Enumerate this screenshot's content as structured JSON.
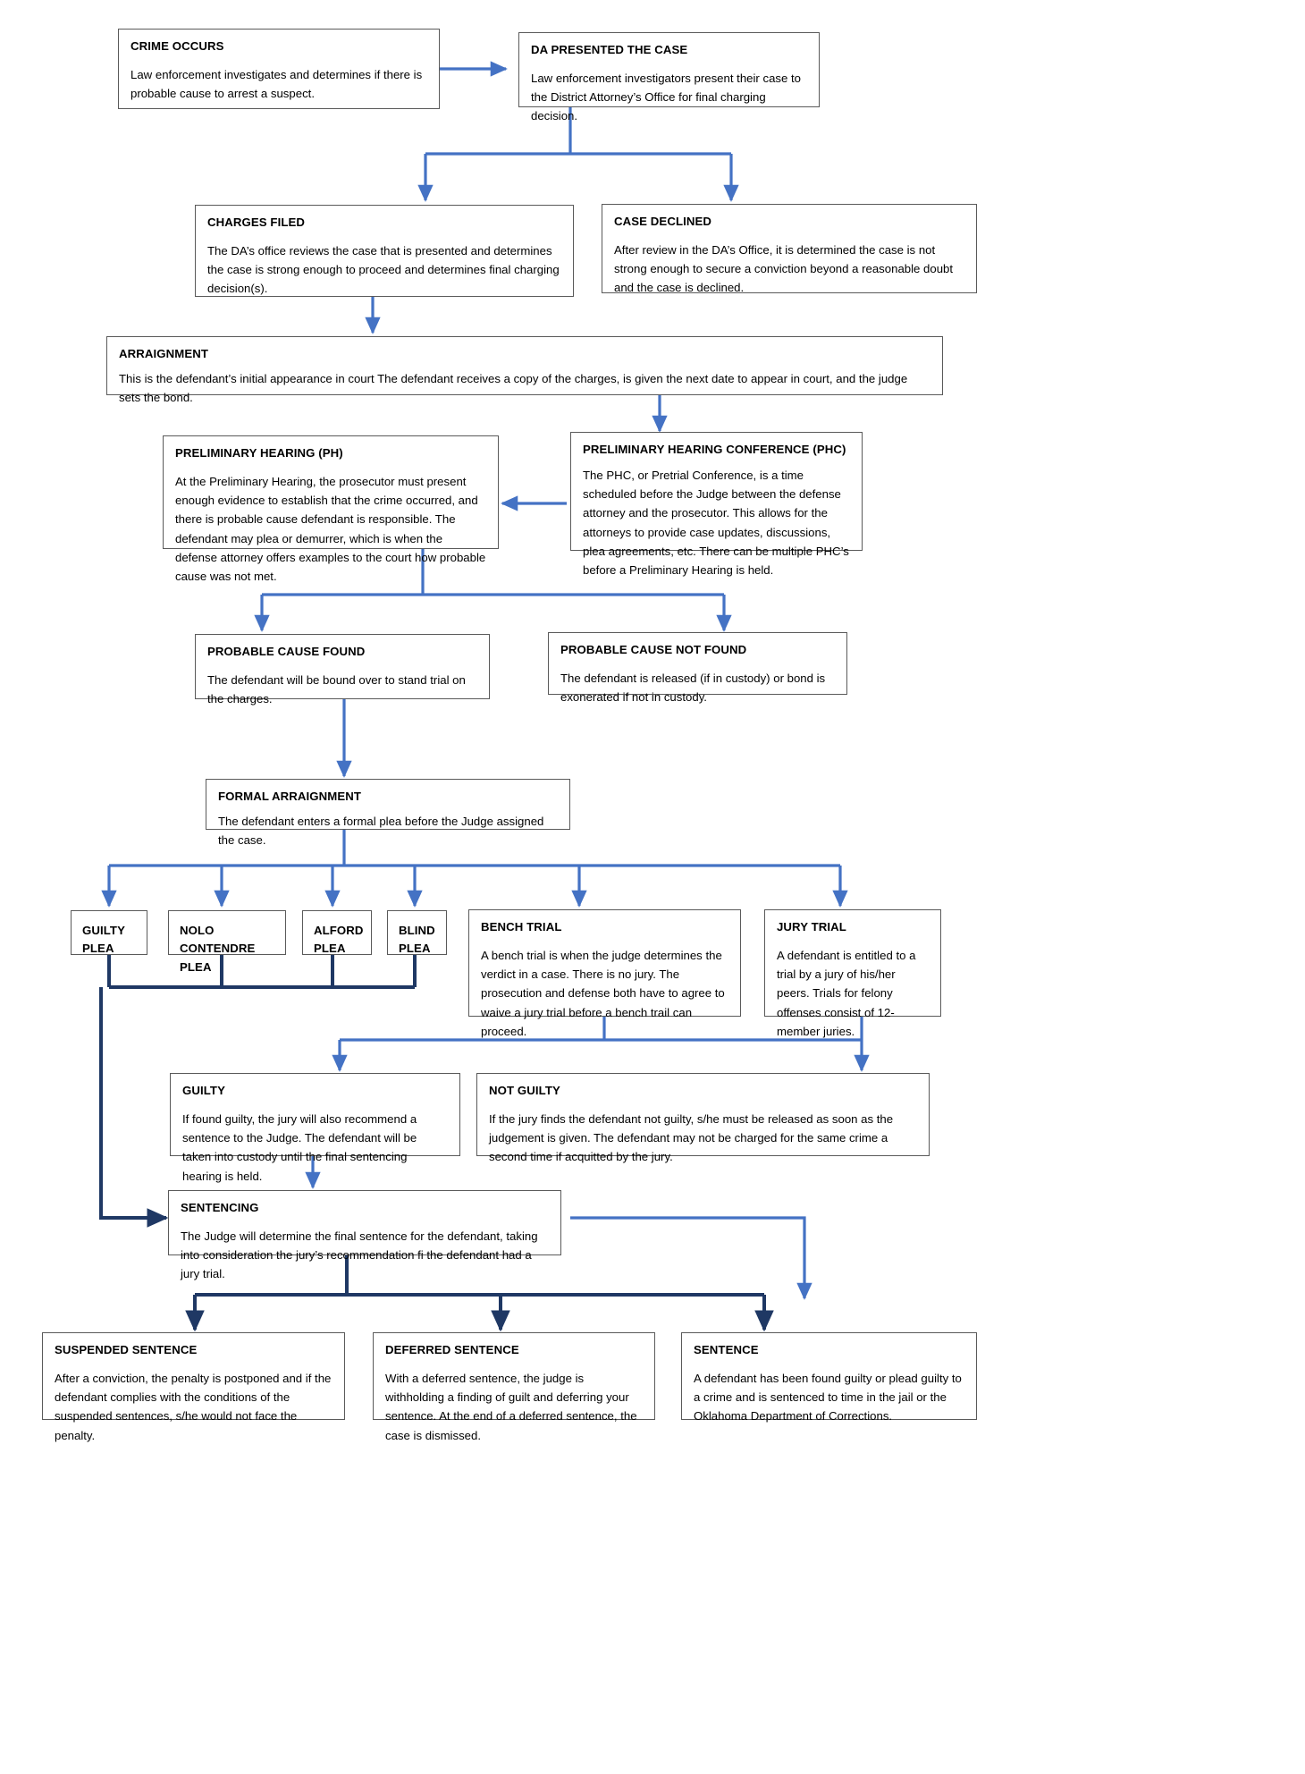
{
  "diagram": {
    "title": "Criminal Case Process Flowchart",
    "colors": {
      "connector_blue": "#4472c4",
      "connector_navy": "#1f3864",
      "box_border": "#5a5a5a",
      "background": "#ffffff",
      "text": "#000000"
    }
  },
  "nodes": {
    "crime_occurs": {
      "title": "CRIME OCCURS",
      "body": "Law enforcement investigates and determines if there is probable cause to arrest a suspect."
    },
    "da_presented": {
      "title": "DA PRESENTED THE CASE",
      "body": "Law enforcement investigators present their case to the District Attorney’s Office for final charging decision."
    },
    "charges_filed": {
      "title": "CHARGES FILED",
      "body": "The DA’s office reviews the case that is presented and determines the case is strong enough to proceed and determines final charging decision(s)."
    },
    "case_declined": {
      "title": "CASE DECLINED",
      "body": "After review in the DA’s Office, it is determined the case is not strong enough to secure a conviction beyond a reasonable doubt and the case is declined."
    },
    "arraignment": {
      "title": "ARRAIGNMENT",
      "body": "This is the defendant’s initial appearance in court The defendant receives a copy of the charges, is given the next date to appear in court, and the judge sets the bond."
    },
    "preliminary_hearing": {
      "title": "PRELIMINARY HEARING (PH)",
      "body": "At the Preliminary Hearing, the prosecutor must present enough evidence to establish that the crime occurred, and there is probable cause defendant is responsible. The defendant may plea or demurrer, which is when the defense attorney offers examples to the court how probable cause was not met."
    },
    "phc": {
      "title": "PRELIMINARY HEARING CONFERENCE (PHC)",
      "body": "The PHC, or Pretrial Conference, is a time scheduled before the Judge between the defense attorney and the prosecutor. This allows for the attorneys to provide case updates, discussions, plea agreements, etc. There can be multiple PHC’s before a Preliminary Hearing is held."
    },
    "pc_found": {
      "title": "PROBABLE CAUSE FOUND",
      "body": "The defendant will be bound over to stand trial on the charges."
    },
    "pc_not_found": {
      "title": "PROBABLE CAUSE NOT FOUND",
      "body": "The defendant is released (if in custody) or bond is exonerated if not in custody."
    },
    "formal_arraignment": {
      "title": "FORMAL ARRAIGNMENT",
      "body": "The defendant enters a formal plea before the Judge assigned the case."
    },
    "guilty_plea": {
      "title": "GUILTY\nPLEA",
      "body": ""
    },
    "nolo_plea": {
      "title": "NOLO CONTENDRE\nPLEA",
      "body": ""
    },
    "alford_plea": {
      "title": "ALFORD\nPLEA",
      "body": ""
    },
    "blind_plea": {
      "title": "BLIND\nPLEA",
      "body": ""
    },
    "bench_trial": {
      "title": "BENCH TRIAL",
      "body": "A bench trial is when the judge determines the verdict in a case. There is no jury.  The prosecution and defense both have to agree to waive a jury trial before a bench trail can proceed."
    },
    "jury_trial": {
      "title": "JURY TRIAL",
      "body": "A defendant is entitled to a trial by a jury of his/her peers. Trials for felony offenses consist of 12-member juries."
    },
    "guilty": {
      "title": "GUILTY",
      "body": "If found guilty, the jury will also recommend a sentence to the Judge. The defendant will be taken into custody until the final sentencing hearing is held."
    },
    "not_guilty": {
      "title": "NOT GUILTY",
      "body": "If the jury finds the defendant not guilty, s/he must be released as soon as the judgement is given. The defendant may not be charged for the same crime a second time if acquitted by the jury."
    },
    "sentencing": {
      "title": "SENTENCING",
      "body": "The Judge will determine the final sentence for the defendant, taking into consideration the jury’s recommendation fi the defendant had a jury trial."
    },
    "suspended_sentence": {
      "title": "SUSPENDED SENTENCE",
      "body": "After a conviction, the penalty is postponed and if the defendant complies with the conditions of the suspended sentences, s/he would not face the penalty."
    },
    "deferred_sentence": {
      "title": "DEFERRED SENTENCE",
      "body": "With a deferred sentence, the judge is withholding a finding of guilt and deferring your sentence. At the end of a deferred sentence, the case is dismissed."
    },
    "sentence": {
      "title": "SENTENCE",
      "body": "A defendant has been found guilty or plead guilty to a crime and is sentenced to time in the jail or the Oklahoma Department of Corrections."
    }
  }
}
